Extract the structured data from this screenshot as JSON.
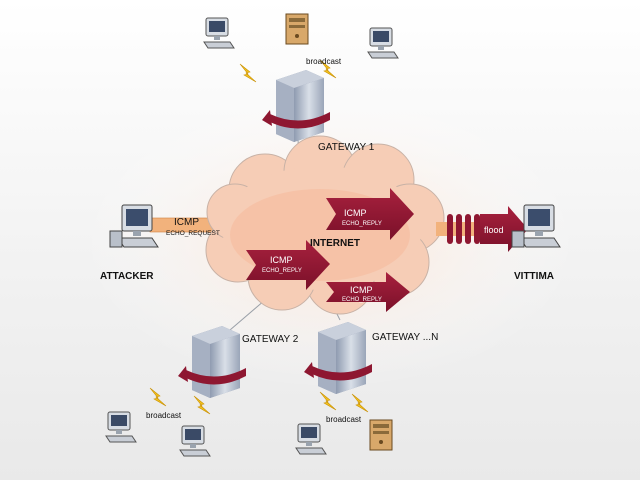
{
  "labels": {
    "attacker": "ATTACKER",
    "victim": "VITTIMA",
    "internet": "INTERNET",
    "gateway1": "GATEWAY 1",
    "gateway2": "GATEWAY 2",
    "gatewayN": "GATEWAY ...N",
    "broadcast_top": "broadcast",
    "broadcast_left": "broadcast",
    "broadcast_right": "broadcast",
    "icmp_request_title": "ICMP",
    "icmp_request_sub": "ECHO_REQUEST",
    "reply1_title": "ICMP",
    "reply1_sub": "ECHO_REPLY",
    "reply2_title": "ICMP",
    "reply2_sub": "ECHO_REPLY",
    "reply3_title": "ICMP",
    "reply3_sub": "ECHO_REPLY",
    "flood": "flood"
  },
  "colors": {
    "arrow": "#8e1731",
    "cloud": "#f6cdb6",
    "server": "#b7c2d2",
    "bolt": "#f1c01e",
    "beam": "#f2b27c"
  }
}
